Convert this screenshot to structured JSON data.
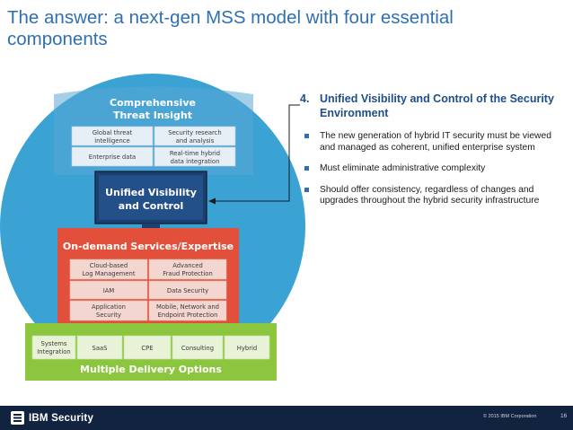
{
  "slide": {
    "title": "The answer: a next-gen MSS model with four essential components",
    "footer": {
      "brand": "IBM Security",
      "copyright": "© 2015 IBM Corporation",
      "page_number": "16"
    }
  },
  "diagram": {
    "insight": {
      "header_line1": "Comprehensive",
      "header_line2": "Threat Insight",
      "cells": [
        {
          "line1": "Global threat",
          "line2": "intelligence"
        },
        {
          "line1": "Security research",
          "line2": "and analysis"
        },
        {
          "line1": "Enterprise data",
          "line2": ""
        },
        {
          "line1": "Real-time hybrid",
          "line2": "data integration"
        }
      ]
    },
    "visibility": {
      "line1": "Unified Visibility",
      "line2": "and Control"
    },
    "services": {
      "header": "On-demand Services/Expertise",
      "cells": [
        {
          "line1": "Cloud-based",
          "line2": "Log Management"
        },
        {
          "line1": "Advanced",
          "line2": "Fraud Protection"
        },
        {
          "line1": "IAM",
          "line2": ""
        },
        {
          "line1": "Data Security",
          "line2": ""
        },
        {
          "line1": "Application",
          "line2": "Security"
        },
        {
          "line1": "Mobile, Network and",
          "line2": "Endpoint Protection"
        }
      ]
    },
    "delivery": {
      "footer": "Multiple Delivery Options",
      "cells": [
        {
          "line1": "Systems",
          "line2": "Integration"
        },
        {
          "line1": "SaaS",
          "line2": ""
        },
        {
          "line1": "CPE",
          "line2": ""
        },
        {
          "line1": "Consulting",
          "line2": ""
        },
        {
          "line1": "Hybrid",
          "line2": ""
        }
      ]
    }
  },
  "panel": {
    "number": "4.",
    "title": "Unified Visibility and Control of the Security Environment",
    "bullets": [
      "The new generation of hybrid IT security must be viewed and managed as coherent, unified enterprise system",
      "Must eliminate administrative complexity",
      "Should offer consistency, regardless of changes and upgrades throughout the hybrid security infrastructure"
    ]
  },
  "colors": {
    "title_blue": "#2f6fb3",
    "circle_blue": "#3aa3d4",
    "insight_blue": "#4b9bc8",
    "monitor_navy": "#1d3f6e",
    "services_red": "#e2503c",
    "delivery_green": "#8cc63f",
    "footer_navy": "#11233f"
  }
}
